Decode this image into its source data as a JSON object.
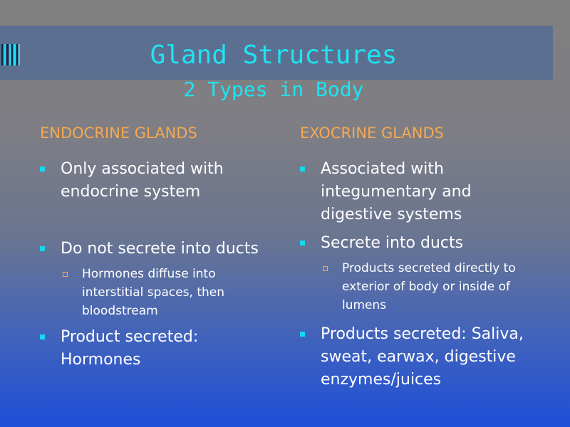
{
  "slide": {
    "title": "Gland Structures",
    "subtitle": "2 Types in Body"
  },
  "columns": [
    {
      "heading": "ENDOCRINE GLANDS",
      "bullets": [
        "Only associated with endocrine system",
        "Do not secrete into ducts",
        "Product secreted: Hormones"
      ],
      "subbullets": [
        "Hormones diffuse into interstitial spaces, then bloodstream"
      ]
    },
    {
      "heading": "EXOCRINE GLANDS",
      "bullets": [
        "Associated with integumentary and digestive systems",
        "Secrete into ducts",
        "Products secreted: Saliva, sweat, earwax, digestive enzymes/juices"
      ],
      "subbullets": [
        "Products secreted directly to exterior of body or inside of lumens"
      ]
    }
  ],
  "colors": {
    "title": "#1fe3f2",
    "heading": "#f7a950",
    "bullet_marker": "#17d8ef",
    "band": "#5b6f91"
  }
}
